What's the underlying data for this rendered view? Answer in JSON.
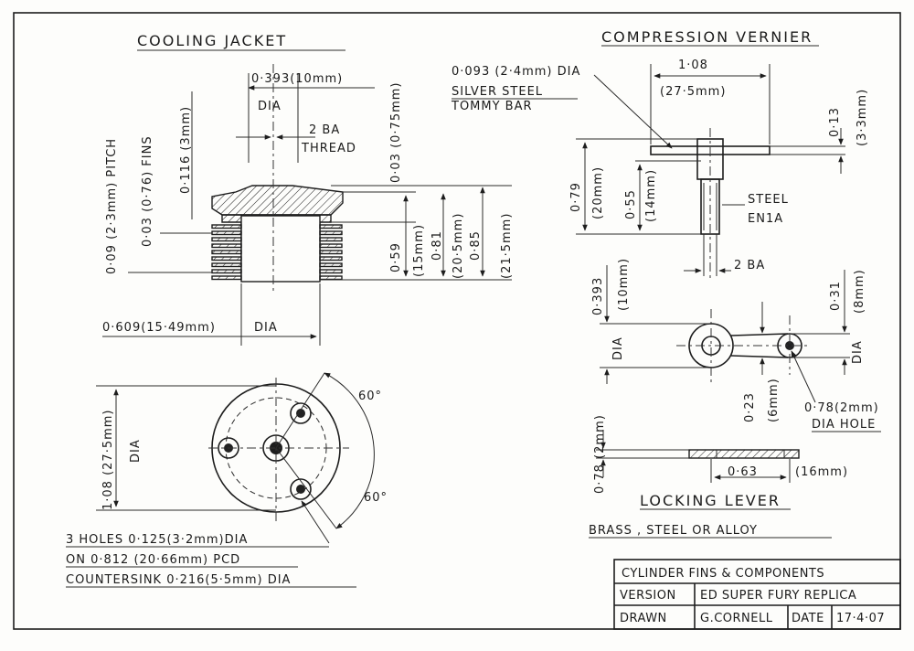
{
  "titles": {
    "cooling_jacket": "COOLING JACKET",
    "compression_vernier": "COMPRESSION VERNIER",
    "locking_lever": "LOCKING LEVER",
    "locking_lever_material": "BRASS , STEEL OR ALLOY"
  },
  "cooling_jacket": {
    "top_dim": "0·393(10mm)",
    "top_dia": "DIA",
    "thread_size": "2 BA",
    "thread_word": "THREAD",
    "pitch": "0·09 (2·3mm) PITCH",
    "fins": "0·03 (0·76) FINS",
    "dim_116": "0·116 (3mm)",
    "dim_003": "0·03 (0·75mm)",
    "dim_059": "0·59",
    "dim_15mm": "(15mm)",
    "dim_081": "0·81",
    "dim_205": "(20·5mm)",
    "dim_085": "0·85",
    "dim_215": "(21·5mm)",
    "bottom_dim": "0·609(15·49mm)",
    "bottom_dia": "DIA"
  },
  "plan_view": {
    "dia_value": "1·08 (27·5mm)",
    "dia_word": "DIA",
    "angle_top": "60°",
    "angle_bottom": "60°",
    "notes": [
      "3 HOLES 0·125(3·2mm)DIA",
      "ON 0·812 (20·66mm) PCD",
      "COUNTERSINK 0·216(5·5mm) DIA"
    ]
  },
  "vernier": {
    "bar_line1": "0·093 (2·4mm) DIA",
    "bar_line2": "SILVER STEEL",
    "bar_line3": "TOMMY BAR",
    "width_dim": "1·08",
    "width_mm": "(27·5mm)",
    "dim_013": "0·13",
    "dim_33": "(3·3mm)",
    "dim_079": "0·79",
    "dim_20": "(20mm)",
    "dim_055": "0·55",
    "dim_14": "(14mm)",
    "steel": "STEEL",
    "en1a": "EN1A",
    "thread": "2 BA"
  },
  "lever": {
    "dim_0393": "0·393",
    "dim_10": "(10mm)",
    "dia_left": "DIA",
    "dim_031": "0·31",
    "dim_8": "(8mm)",
    "dia_right": "DIA",
    "dim_023": "0·23",
    "dim_6": "(6mm)",
    "hole_dim": "0·78(2mm)",
    "hole_word": "DIA HOLE",
    "thick_dim": "0·78 (2mm)",
    "len_dim": "0·63",
    "len_mm": "(16mm)"
  },
  "title_block": {
    "title": "CYLINDER FINS & COMPONENTS",
    "version_label": "VERSION",
    "version_value": "ED SUPER FURY REPLICA",
    "drawn_label": "DRAWN",
    "drawn_value": "G.CORNELL",
    "date_label": "DATE",
    "date_value": "17·4·07"
  }
}
